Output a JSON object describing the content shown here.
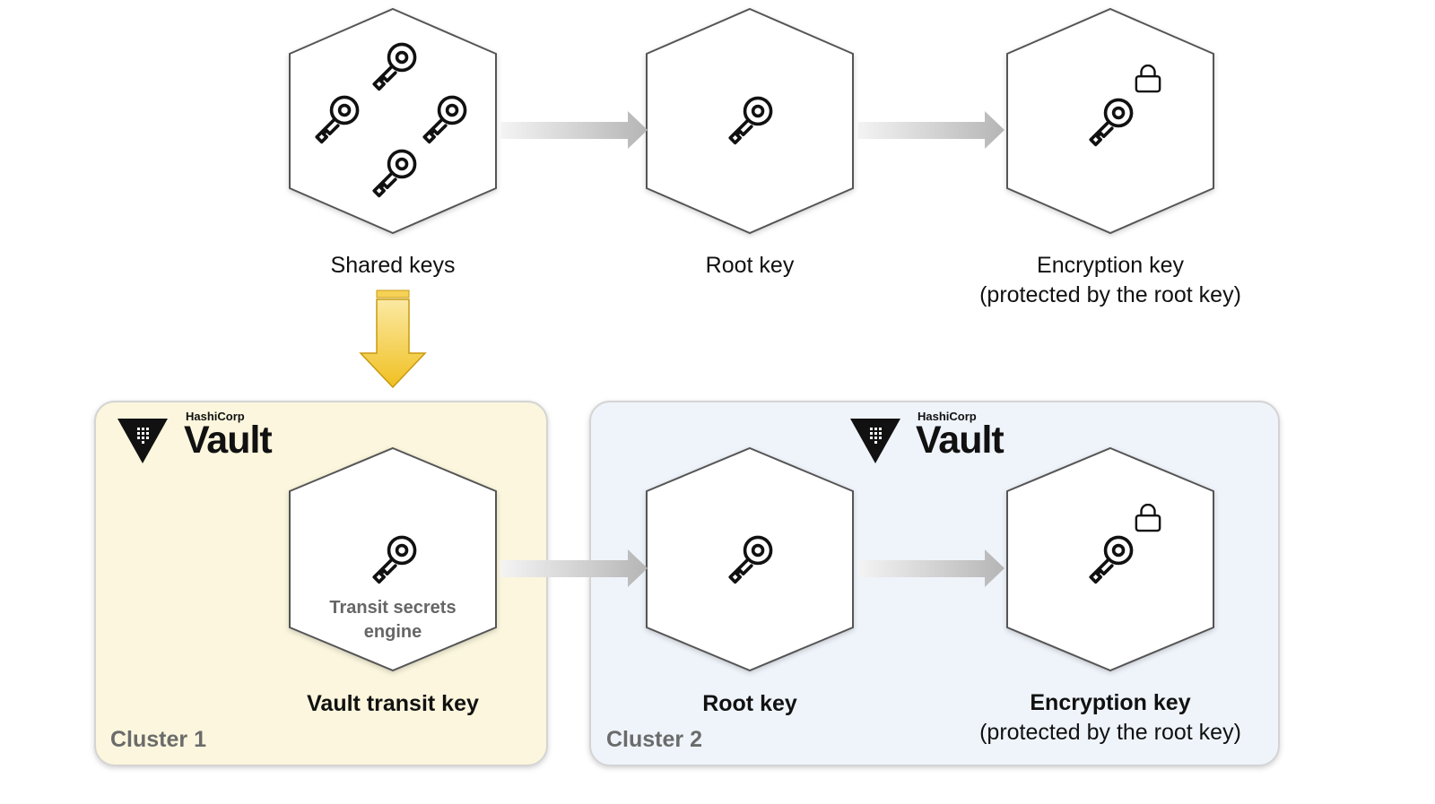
{
  "top_row": {
    "shared_keys_label": "Shared keys",
    "root_key_label": "Root key",
    "encryption_key_label": "Encryption key",
    "encryption_key_note": "(protected by the root key)"
  },
  "cluster1": {
    "brand_small": "HashiCorp",
    "brand_big": "Vault",
    "hex_caption_line1": "Transit secrets",
    "hex_caption_line2": "engine",
    "key_label": "Vault transit key",
    "cluster_name": "Cluster 1",
    "background_color": "#fbf6dd"
  },
  "cluster2": {
    "brand_small": "HashiCorp",
    "brand_big": "Vault",
    "root_key_label": "Root key",
    "encryption_key_label": "Encryption key",
    "encryption_key_note": "(protected by the root key)",
    "cluster_name": "Cluster 2",
    "background_color": "#eff4fb"
  },
  "icons": [
    "key-icon",
    "lock-icon",
    "vault-logo-icon",
    "arrow-right-icon",
    "arrow-down-icon"
  ],
  "colors": {
    "down_arrow": "#f2c230",
    "right_arrow": "#c8c8c8",
    "hex_stroke": "#555555"
  }
}
